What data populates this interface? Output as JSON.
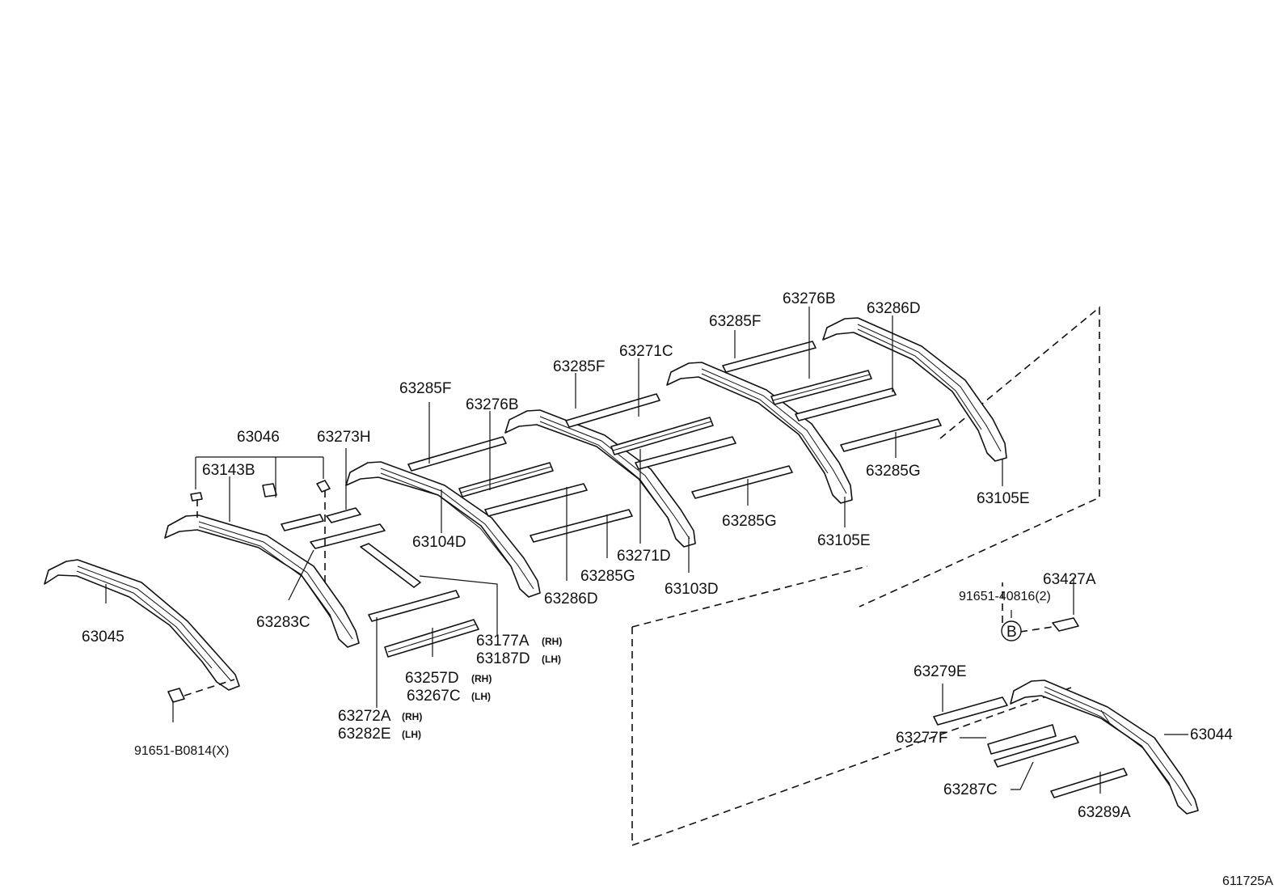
{
  "diagram_id": "611725A",
  "callout_letter": "B",
  "labels": {
    "p63045": "63045",
    "p91651_b0814": "91651-B0814(X)",
    "p63046": "63046",
    "p63143b": "63143B",
    "p63273h": "63273H",
    "p63283c": "63283C",
    "p63177a": "63177A",
    "p63187d": "63187D",
    "p63257d": "63257D",
    "p63267c": "63267C",
    "p63272a": "63272A",
    "p63282e": "63282E",
    "p63285f_1": "63285F",
    "p63276b_1": "63276B",
    "p63104d": "63104D",
    "p63286d_1": "63286D",
    "p63285g_1": "63285G",
    "p63285f_2": "63285F",
    "p63271c": "63271C",
    "p63271d": "63271D",
    "p63103d": "63103D",
    "p63285g_2": "63285G",
    "p63285f_3": "63285F",
    "p63276b_2": "63276B",
    "p63286d_2": "63286D",
    "p63105e_1": "63105E",
    "p63285g_3": "63285G",
    "p63105e_2": "63105E",
    "p63427a": "63427A",
    "p91651_40816": "91651-40816(2)",
    "p63279e": "63279E",
    "p63277f": "63277F",
    "p63287c": "63287C",
    "p63289a": "63289A",
    "p63044": "63044"
  },
  "side": {
    "rh": "(RH)",
    "lh": "(LH)"
  }
}
